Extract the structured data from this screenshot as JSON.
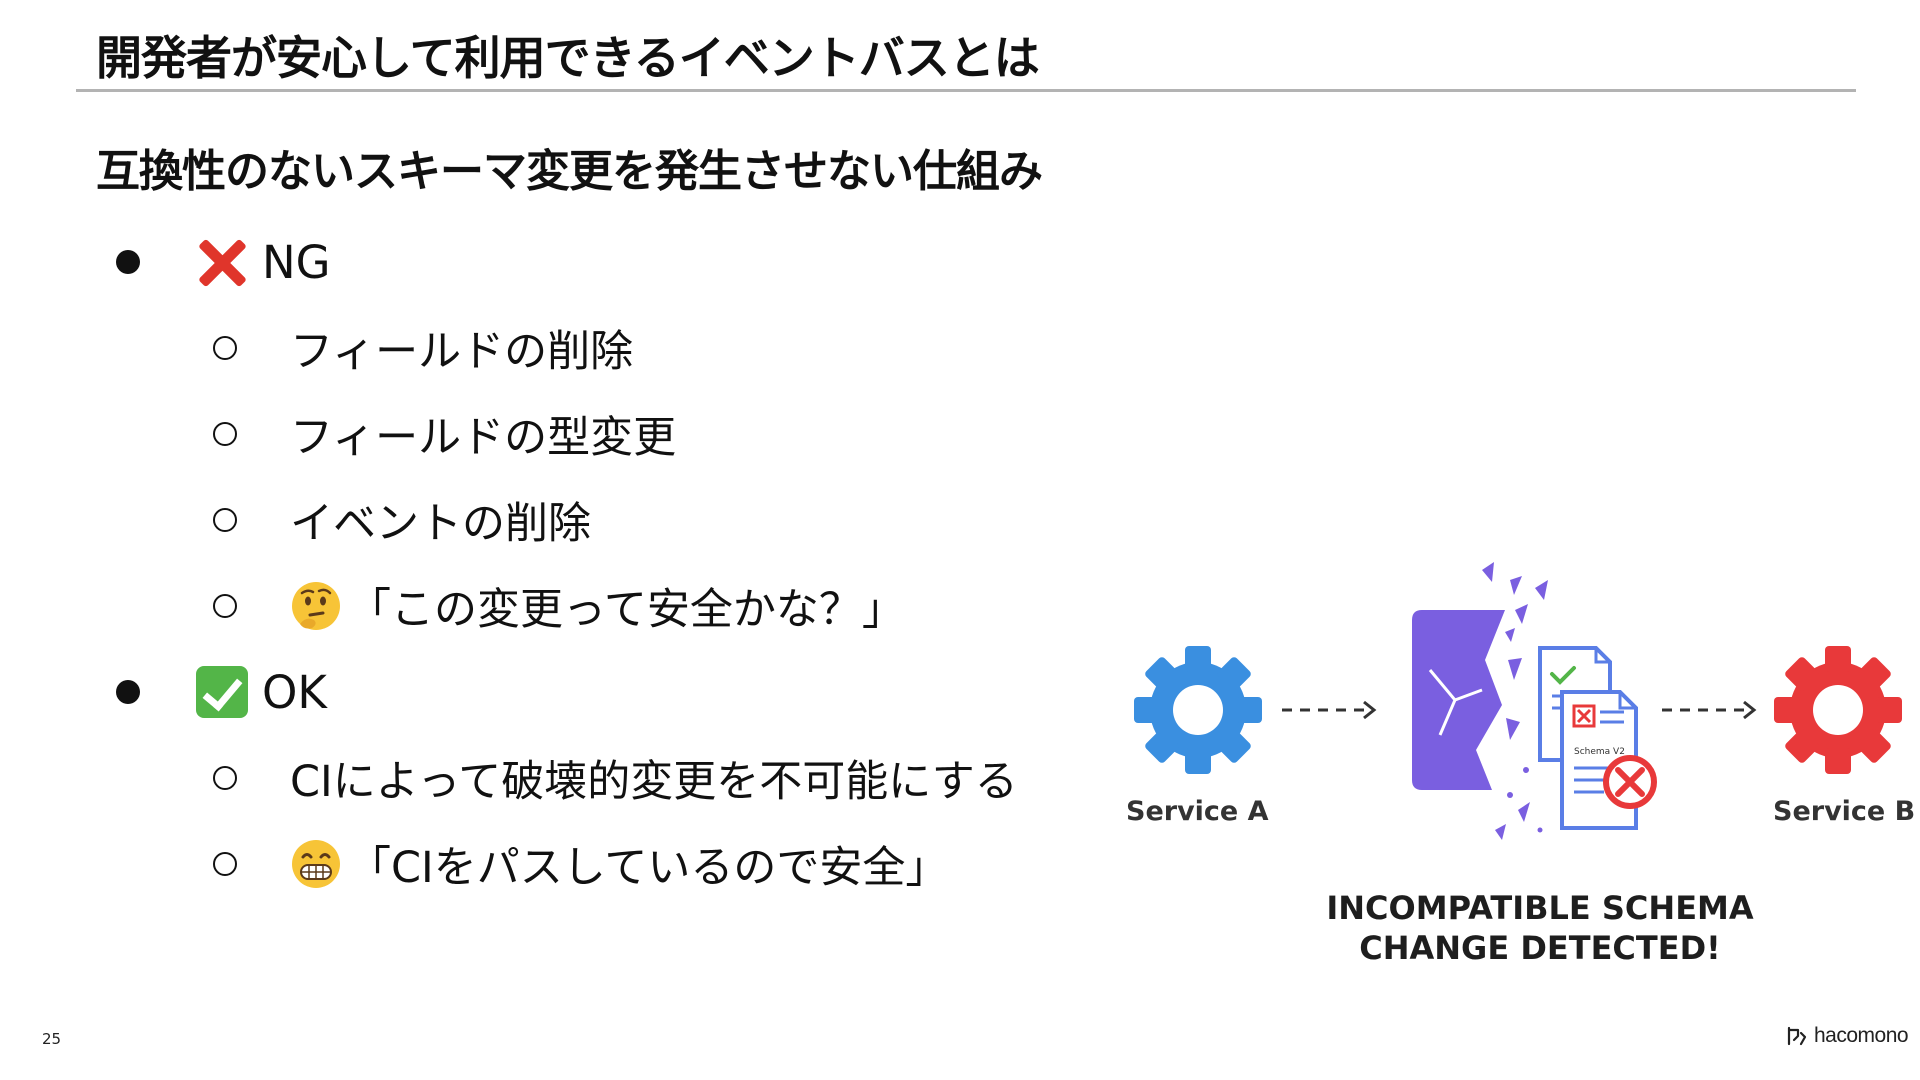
{
  "slide": {
    "title": "開発者が安心して利用できるイベントバスとは",
    "subtitle": "互換性のないスキーマ変更を発生させない仕組み",
    "page_number": "25",
    "brand": "hacomono"
  },
  "ng": {
    "label": "NG",
    "icon": "cross-mark-icon",
    "items": [
      "フィールドの削除",
      "フィールドの型変更",
      "イベントの削除",
      "「この変更って安全かな？」"
    ],
    "item4_icon": "thinking-face-icon"
  },
  "ok": {
    "label": "OK",
    "icon": "check-mark-icon",
    "items": [
      "CIによって破壊的変更を不可能にする",
      "「CIをパスしているので安全」"
    ],
    "item2_icon": "grinning-face-icon"
  },
  "diagram": {
    "service_a": "Service A",
    "service_b": "Service B",
    "doc_label": "Schema V2",
    "caption_line1": "INCOMPATIBLE SCHEMA",
    "caption_line2": "CHANGE DETECTED!",
    "colors": {
      "service_a": "#3a8fe0",
      "service_b": "#e8393a",
      "broken_block": "#7a5fe0",
      "doc": "#5a7ee6",
      "error": "#e8393a"
    }
  }
}
